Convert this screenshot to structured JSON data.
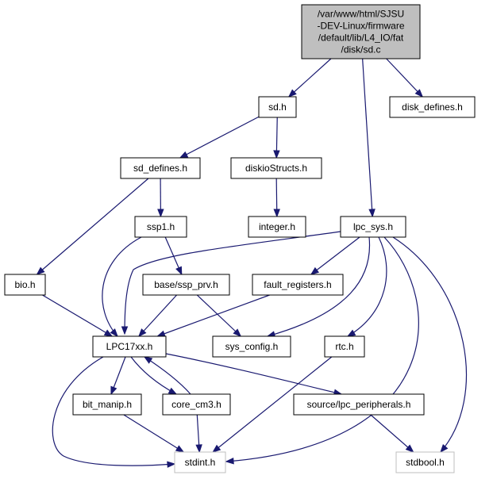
{
  "colors": {
    "edge": "#191970",
    "node_border": "#000000",
    "node_fill": "#ffffff",
    "root_fill": "#bfbfbf",
    "external_border": "#bfbfbf",
    "external_text": "#000000"
  },
  "nodes": {
    "root": {
      "lines": [
        "/var/www/html/SJSU",
        "-DEV-Linux/firmware",
        "/default/lib/L4_IO/fat",
        "/disk/sd.c"
      ],
      "kind": "root"
    },
    "sd_h": {
      "lines": [
        "sd.h"
      ],
      "kind": "normal"
    },
    "disk_defines_h": {
      "lines": [
        "disk_defines.h"
      ],
      "kind": "normal"
    },
    "sd_defines_h": {
      "lines": [
        "sd_defines.h"
      ],
      "kind": "normal"
    },
    "diskioStructs_h": {
      "lines": [
        "diskioStructs.h"
      ],
      "kind": "normal"
    },
    "ssp1_h": {
      "lines": [
        "ssp1.h"
      ],
      "kind": "normal"
    },
    "integer_h": {
      "lines": [
        "integer.h"
      ],
      "kind": "normal"
    },
    "lpc_sys_h": {
      "lines": [
        "lpc_sys.h"
      ],
      "kind": "normal"
    },
    "bio_h": {
      "lines": [
        "bio.h"
      ],
      "kind": "normal"
    },
    "base_ssp_prv_h": {
      "lines": [
        "base/ssp_prv.h"
      ],
      "kind": "normal"
    },
    "fault_registers_h": {
      "lines": [
        "fault_registers.h"
      ],
      "kind": "normal"
    },
    "LPC17xx_h": {
      "lines": [
        "LPC17xx.h"
      ],
      "kind": "normal"
    },
    "sys_config_h": {
      "lines": [
        "sys_config.h"
      ],
      "kind": "normal"
    },
    "rtc_h": {
      "lines": [
        "rtc.h"
      ],
      "kind": "normal"
    },
    "bit_manip_h": {
      "lines": [
        "bit_manip.h"
      ],
      "kind": "normal"
    },
    "core_cm3_h": {
      "lines": [
        "core_cm3.h"
      ],
      "kind": "normal"
    },
    "source_lpc_peripherals_h": {
      "lines": [
        "source/lpc_peripherals.h"
      ],
      "kind": "normal"
    },
    "stdint_h": {
      "lines": [
        "stdint.h"
      ],
      "kind": "external"
    },
    "stdbool_h": {
      "lines": [
        "stdbool.h"
      ],
      "kind": "external"
    }
  },
  "edges": [
    [
      "root",
      "sd_h"
    ],
    [
      "root",
      "disk_defines_h"
    ],
    [
      "root",
      "lpc_sys_h"
    ],
    [
      "sd_h",
      "sd_defines_h"
    ],
    [
      "sd_h",
      "diskioStructs_h"
    ],
    [
      "sd_defines_h",
      "ssp1_h"
    ],
    [
      "sd_defines_h",
      "bio_h"
    ],
    [
      "diskioStructs_h",
      "integer_h"
    ],
    [
      "ssp1_h",
      "base_ssp_prv_h"
    ],
    [
      "ssp1_h",
      "LPC17xx_h"
    ],
    [
      "bio_h",
      "LPC17xx_h"
    ],
    [
      "base_ssp_prv_h",
      "LPC17xx_h"
    ],
    [
      "base_ssp_prv_h",
      "sys_config_h"
    ],
    [
      "lpc_sys_h",
      "LPC17xx_h"
    ],
    [
      "lpc_sys_h",
      "fault_registers_h"
    ],
    [
      "lpc_sys_h",
      "sys_config_h"
    ],
    [
      "lpc_sys_h",
      "rtc_h"
    ],
    [
      "lpc_sys_h",
      "stdint_h"
    ],
    [
      "lpc_sys_h",
      "stdbool_h"
    ],
    [
      "fault_registers_h",
      "LPC17xx_h"
    ],
    [
      "LPC17xx_h",
      "bit_manip_h"
    ],
    [
      "LPC17xx_h",
      "core_cm3_h"
    ],
    [
      "LPC17xx_h",
      "source_lpc_peripherals_h"
    ],
    [
      "LPC17xx_h",
      "stdint_h"
    ],
    [
      "core_cm3_h",
      "LPC17xx_h"
    ],
    [
      "core_cm3_h",
      "stdint_h"
    ],
    [
      "bit_manip_h",
      "stdint_h"
    ],
    [
      "rtc_h",
      "stdint_h"
    ],
    [
      "source_lpc_peripherals_h",
      "stdbool_h"
    ]
  ]
}
